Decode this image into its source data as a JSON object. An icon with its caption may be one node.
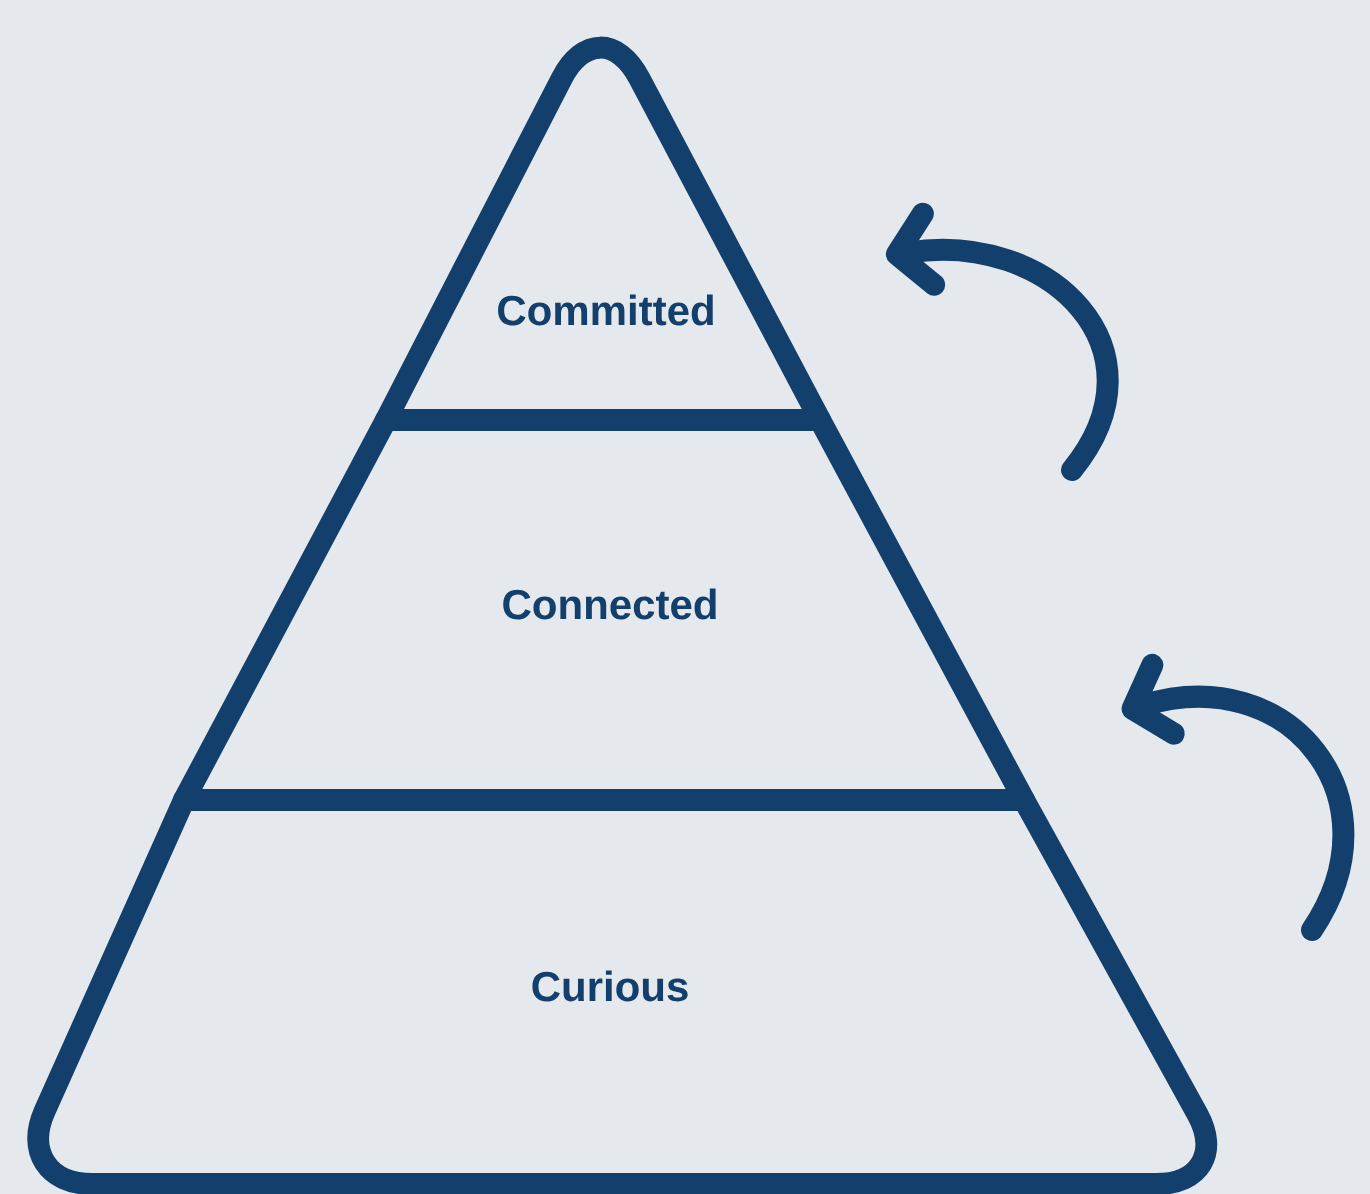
{
  "diagram": {
    "nodes": [
      {
        "text": [
          "Committed"
        ]
      },
      {
        "text": [
          "Connected"
        ]
      },
      {
        "text": [
          "Curious"
        ]
      }
    ]
  }
}
